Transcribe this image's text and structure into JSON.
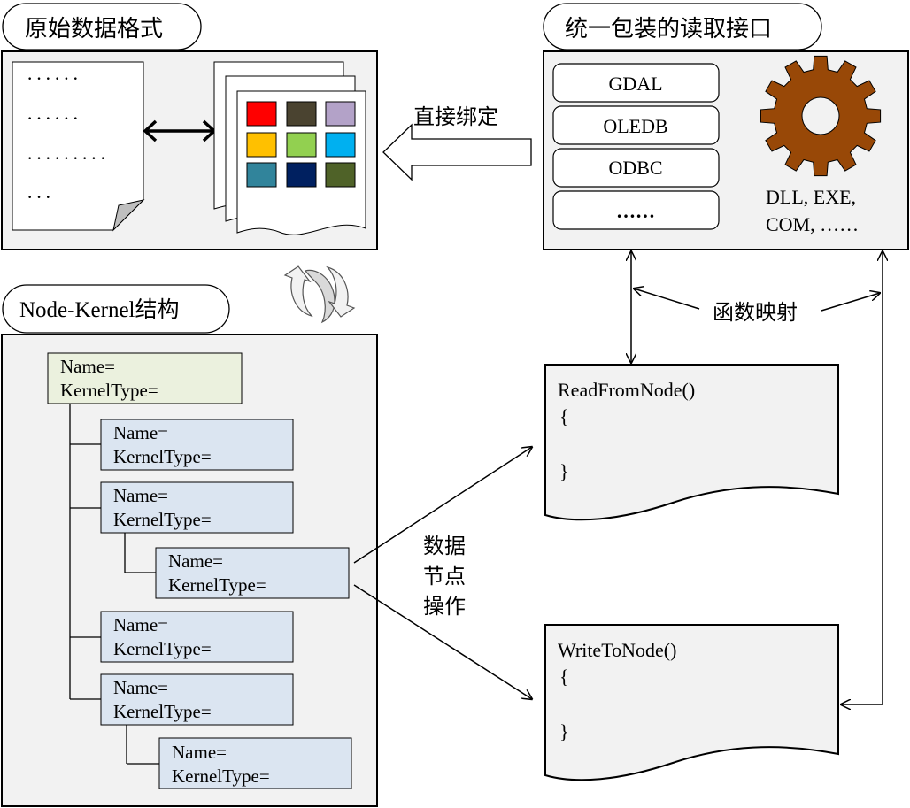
{
  "titles": {
    "raw_format": "原始数据格式",
    "unified_interface": "统一包装的读取接口",
    "node_kernel": "Node-Kernel结构"
  },
  "raw_doc_lines": [
    "······",
    "······",
    "·········",
    "···"
  ],
  "bind_label": "直接绑定",
  "palette_colors": [
    "#ff0000",
    "#4a4330",
    "#b3a2c8",
    "#ffc000",
    "#92d050",
    "#00b0f0",
    "#31849b",
    "#002060",
    "#4f6228"
  ],
  "drivers": [
    "GDAL",
    "OLEDB",
    "ODBC",
    "……"
  ],
  "gear": {
    "label_line1": "DLL, EXE,",
    "label_line2": "COM, ……",
    "color": "#984807"
  },
  "function_mapping_label": "函数映射",
  "node_ops_label": [
    "数据",
    "节点",
    "操作"
  ],
  "tree_nodes": [
    {
      "name": "Name=",
      "kernel": "KernelType="
    },
    {
      "name": "Name=",
      "kernel": "KernelType="
    },
    {
      "name": "Name=",
      "kernel": "KernelType="
    },
    {
      "name": "Name=",
      "kernel": "KernelType="
    },
    {
      "name": "Name=",
      "kernel": "KernelType="
    },
    {
      "name": "Name=",
      "kernel": "KernelType="
    },
    {
      "name": "Name=",
      "kernel": "KernelType="
    }
  ],
  "read_func": {
    "signature": "ReadFromNode()",
    "open": "{",
    "close": "}"
  },
  "write_func": {
    "signature": "WriteToNode()",
    "open": "{",
    "close": "}"
  },
  "colors": {
    "panel_fill": "#f2f2f2",
    "root_node_fill": "#ebf1de",
    "child_node_fill": "#dbe5f1"
  }
}
